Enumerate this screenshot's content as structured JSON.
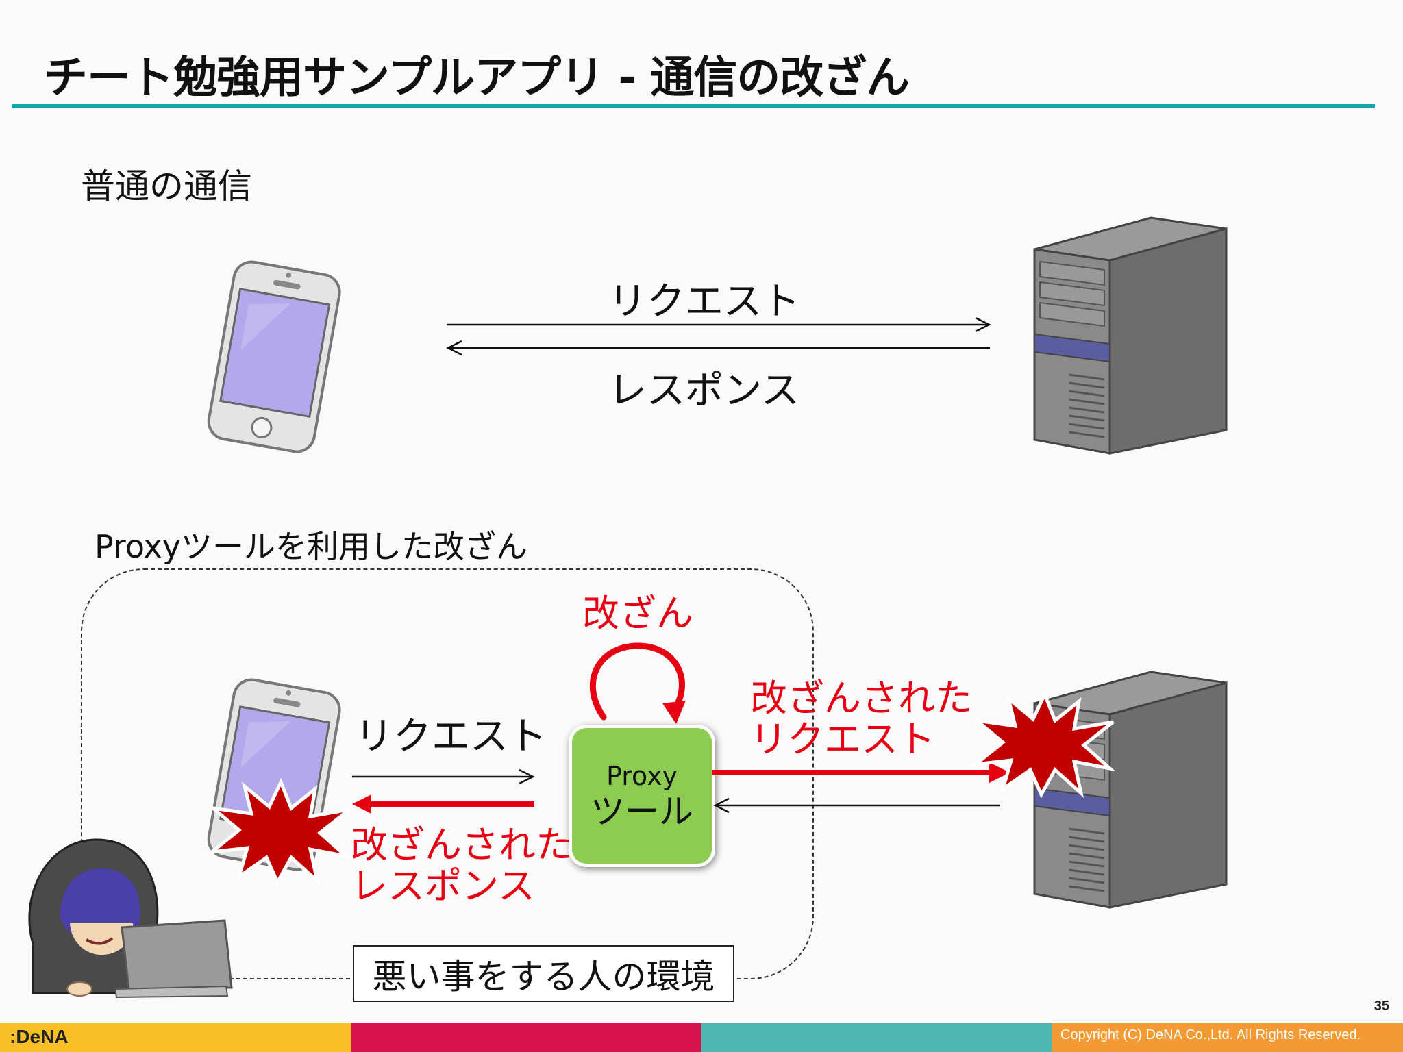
{
  "slide": {
    "title": "チート勉強用サンプルアプリ - 通信の改ざん",
    "page_number": "35",
    "copyright": "Copyright (C) DeNA Co.,Ltd. All Rights Reserved.",
    "logo_text": ":DeNA"
  },
  "normal": {
    "heading": "普通の通信",
    "request_label": "リクエスト",
    "response_label": "レスポンス"
  },
  "proxy": {
    "heading": "Proxyツールを利用した改ざん",
    "tamper_label": "改ざん",
    "request_label": "リクエスト",
    "tampered_request_line1": "改ざんされた",
    "tampered_request_line2": "リクエスト",
    "tampered_response_line1": "改ざんされた",
    "tampered_response_line2": "レスポンス",
    "proxy_box_line1": "Proxy",
    "proxy_box_line2": "ツール",
    "environment_caption": "悪い事をする人の環境"
  },
  "colors": {
    "accent_teal": "#17a6a8",
    "tamper_red": "#e60012",
    "proxy_green": "#8ccc50",
    "phone_screen": "#b4a8ec",
    "server_gray": "#8a8a8a",
    "footer_yellow": "#f9bf27",
    "footer_magenta": "#d8114f",
    "footer_teal": "#4cb6b1",
    "footer_orange": "#f49a34"
  }
}
